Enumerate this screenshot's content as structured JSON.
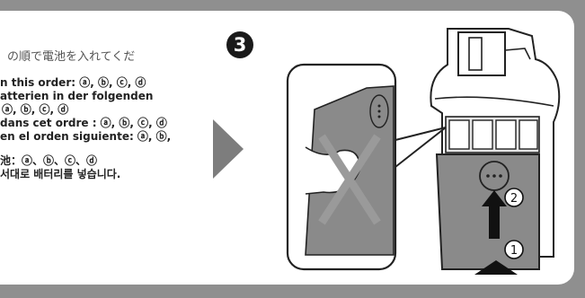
{
  "step": {
    "number": "3"
  },
  "instructions": {
    "jp_partial": "の順で電池を入れてくだ",
    "en": "n this order: ⓐ, ⓑ, ⓒ, ⓓ",
    "de_1": "atterien in der folgenden",
    "de_2": "ⓐ, ⓑ, ⓒ, ⓓ",
    "fr": "dans cet ordre : ⓐ, ⓑ, ⓒ, ⓓ",
    "es": "en el orden siguiente: ⓐ, ⓑ,",
    "zh": "池：ⓐ、ⓑ、ⓒ、ⓓ",
    "ko": "서대로 배터리를 넣습니다."
  },
  "illustration": {
    "callout_labels": [
      "2",
      "1"
    ]
  },
  "colors": {
    "frame": "#8f8f8f",
    "panel": "#ffffff",
    "arrow": "#7d7d7d",
    "badge": "#1a1a1a",
    "cross": "#9a9a9a"
  }
}
